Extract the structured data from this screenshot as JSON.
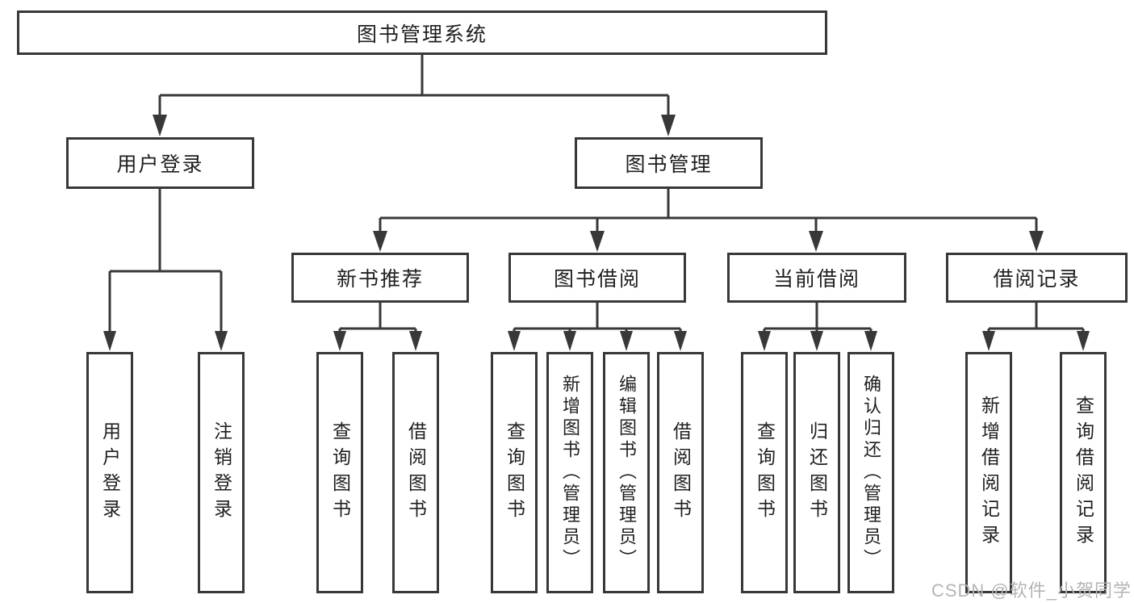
{
  "root": {
    "label": "图书管理系统"
  },
  "branches": {
    "login": {
      "label": "用户登录",
      "children": [
        "用户登录",
        "注销登录"
      ]
    },
    "manage": {
      "label": "图书管理"
    }
  },
  "modules": [
    {
      "label": "新书推荐",
      "children": [
        "查询图书",
        "借阅图书"
      ]
    },
    {
      "label": "图书借阅",
      "children": [
        "查询图书",
        "新增图书（管理员）",
        "编辑图书（管理员）",
        "借阅图书"
      ]
    },
    {
      "label": "当前借阅",
      "children": [
        "查询图书",
        "归还图书",
        "确认归还（管理员）"
      ]
    },
    {
      "label": "借阅记录",
      "children": [
        "新增借阅记录",
        "查询借阅记录"
      ]
    }
  ],
  "watermark": {
    "text": "CSDN @软件_小贺同学"
  },
  "colors": {
    "line": "#383838",
    "text": "#1f1f1f",
    "watermark": "#b4b4b4",
    "background": "#ffffff"
  }
}
